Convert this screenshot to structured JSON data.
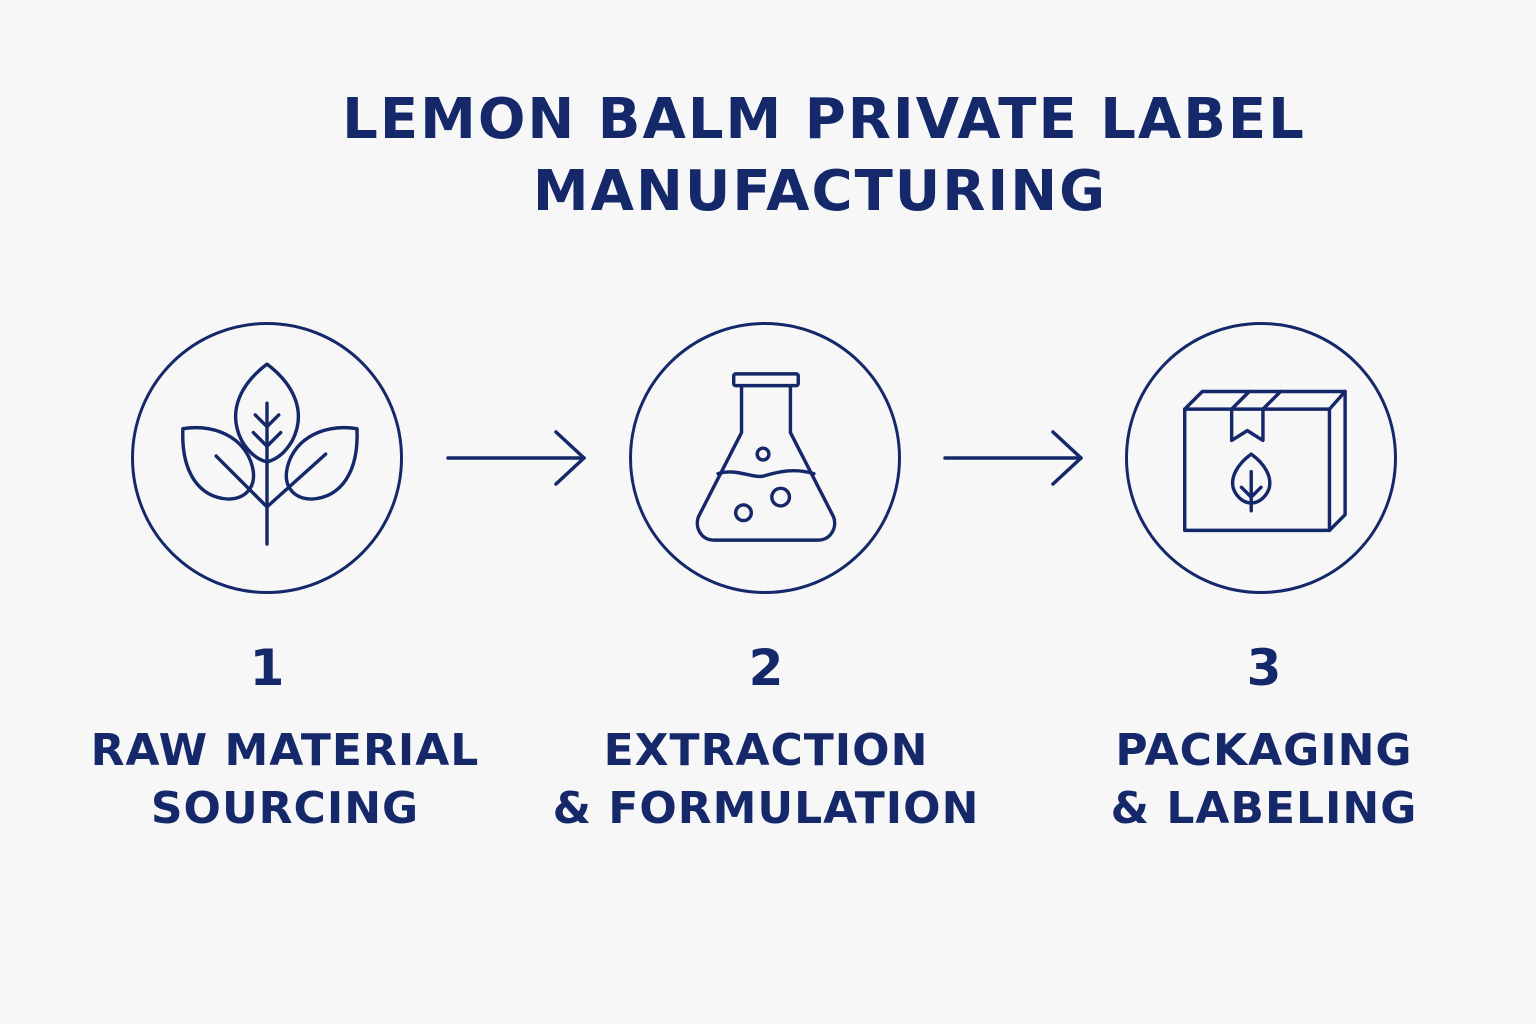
{
  "title": {
    "line1": "LEMON BALM PRIVATE LABEL",
    "line2": "MANUFACTURING"
  },
  "colors": {
    "primary": "#14286a",
    "background": "#f7f7f7"
  },
  "steps": [
    {
      "number": "1",
      "label_line1": "RAW MATERIAL",
      "label_line2": "SOURCING",
      "icon": "leaves-icon"
    },
    {
      "number": "2",
      "label_line1": "EXTRACTION",
      "label_line2": "& FORMULATION",
      "icon": "flask-icon"
    },
    {
      "number": "3",
      "label_line1": "PACKAGING",
      "label_line2": "& LABELING",
      "icon": "package-icon"
    }
  ]
}
